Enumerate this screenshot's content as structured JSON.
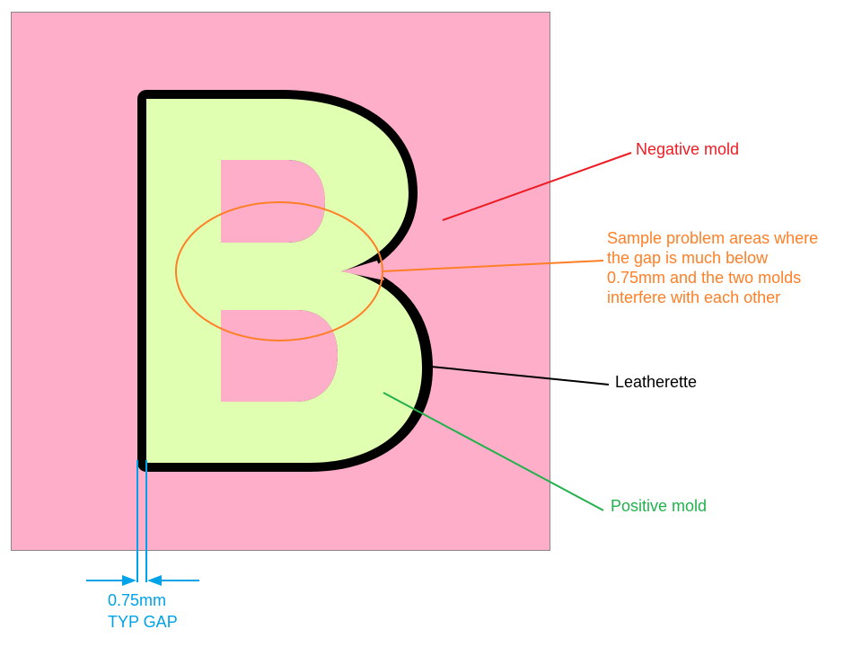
{
  "labels": {
    "negative_mold": "Negative mold",
    "problem_areas": [
      "Sample problem areas where",
      "the gap is much below",
      "0.75mm and the two molds",
      "interfere with each other"
    ],
    "leatherette": "Leatherette",
    "positive_mold": "Positive mold",
    "gap_value": "0.75mm",
    "gap_note": "TYP GAP"
  },
  "colors": {
    "negative_mold": "#ffaec9",
    "positive_mold": "#e0ffb0",
    "leatherette": "#000000",
    "negative_label": "#ed1c24",
    "problem_label": "#ff7f27",
    "positive_label": "#22b14c",
    "dimension": "#00a2e8"
  }
}
